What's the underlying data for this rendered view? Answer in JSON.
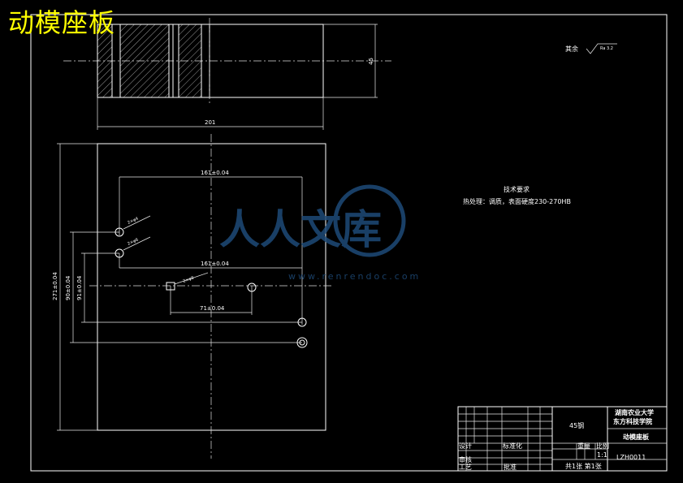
{
  "overlay_title": "动模座板",
  "top_view": {
    "width_dim": "201",
    "height_dim": "45"
  },
  "roughness_note": {
    "prefix": "其余",
    "value": "Ra 3.2"
  },
  "front_view": {
    "dims": {
      "top_width": "161±0.04",
      "mid_width": "161±0.04",
      "bottom_width": "71±0.04",
      "left_overall": "271±0.04",
      "left_inner_a": "90±0.04",
      "left_inner_b": "91±0.04",
      "hole_a": "2×φ4",
      "hole_b": "2×φ6",
      "hole_c": "2×φ8"
    }
  },
  "tech_requirements": {
    "title": "技术要求",
    "line1": "热处理：调质，表面硬度230-270HB"
  },
  "watermark": {
    "brand": "人人文库",
    "url": "www.renrendoc.com"
  },
  "title_block": {
    "university_line1": "湖南农业大学",
    "university_line2": "东方科技学院",
    "material": "45钢",
    "part_name": "动模座板",
    "design_label": "设计",
    "standard_label": "标准化",
    "review_label": "审核",
    "process_label": "工艺",
    "approve_label": "批准",
    "weight_label": "重量",
    "scale_label": "比例",
    "scale_value": "1:1",
    "drawing_no": "LZH0011",
    "sheet_info": "共1张 第1张"
  }
}
